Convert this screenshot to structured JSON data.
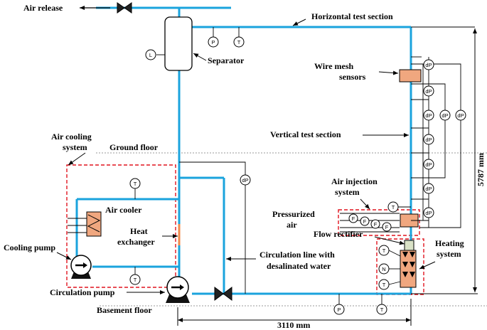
{
  "labels": {
    "air_release": "Air release",
    "horizontal_test_section": "Horizontal test section",
    "separator": "Separator",
    "wire_mesh_sensors_1": "Wire mesh",
    "wire_mesh_sensors_2": "sensors",
    "air_cooling_system_1": "Air cooling",
    "air_cooling_system_2": "system",
    "ground_floor": "Ground floor",
    "vertical_test_section": "Vertical test section",
    "height_dimension": "5787 mm",
    "air_injection_system_1": "Air injection",
    "air_injection_system_2": "system",
    "air_cooler": "Air cooler",
    "heat_exchanger_1": "Heat",
    "heat_exchanger_2": "exchanger",
    "pressurized_air_1": "Pressurized",
    "pressurized_air_2": "air",
    "flow_rectifier": "Flow rectifier",
    "heating_system_1": "Heating",
    "heating_system_2": "system",
    "cooling_pump": "Cooling pump",
    "circulation_line_1": "Circulation line with",
    "circulation_line_2": "desalinated water",
    "circulation_pump": "Circulation pump",
    "basement_floor": "Basement floor",
    "width_dimension": "3110 mm"
  },
  "instruments": {
    "level": "L",
    "pressure": "P",
    "temperature": "T",
    "diff_pressure": "dP",
    "flow": "F",
    "neutron": "N"
  },
  "colors": {
    "pipe": "#1aa3dd",
    "component_fill": "#f0a77f",
    "dashed_box": "#e0141e",
    "rectifier": "#d9e2c7"
  }
}
